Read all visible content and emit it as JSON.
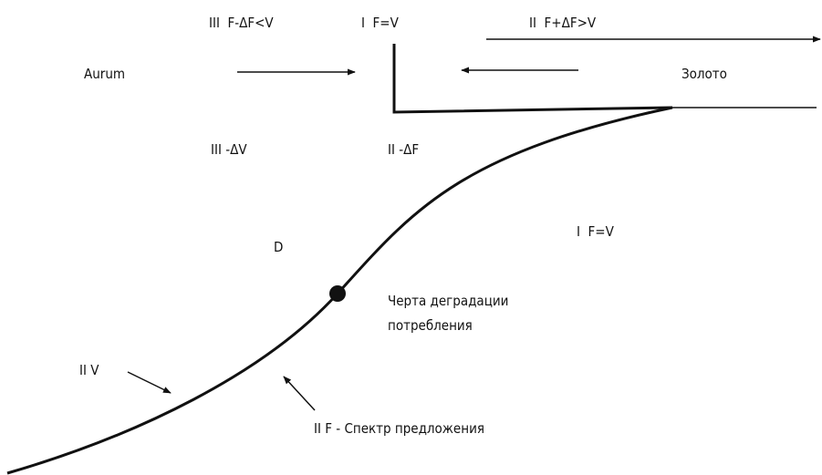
{
  "labels": {
    "top_left": "III  F-ΔF<V",
    "top_center": "I  F=V",
    "top_right": "II  F+ΔF>V",
    "aurum": "Aurum",
    "zoloto": "Золото",
    "minus_delta_v": "III -ΔV",
    "minus_delta_f": "II -ΔF",
    "d": "D",
    "right_f_eq_v": "I  F=V",
    "threshold_line1": "Черта деградации",
    "threshold_line2": "потребления",
    "ii_v": "II V",
    "ii_f": "II F - Спектр предложения"
  }
}
